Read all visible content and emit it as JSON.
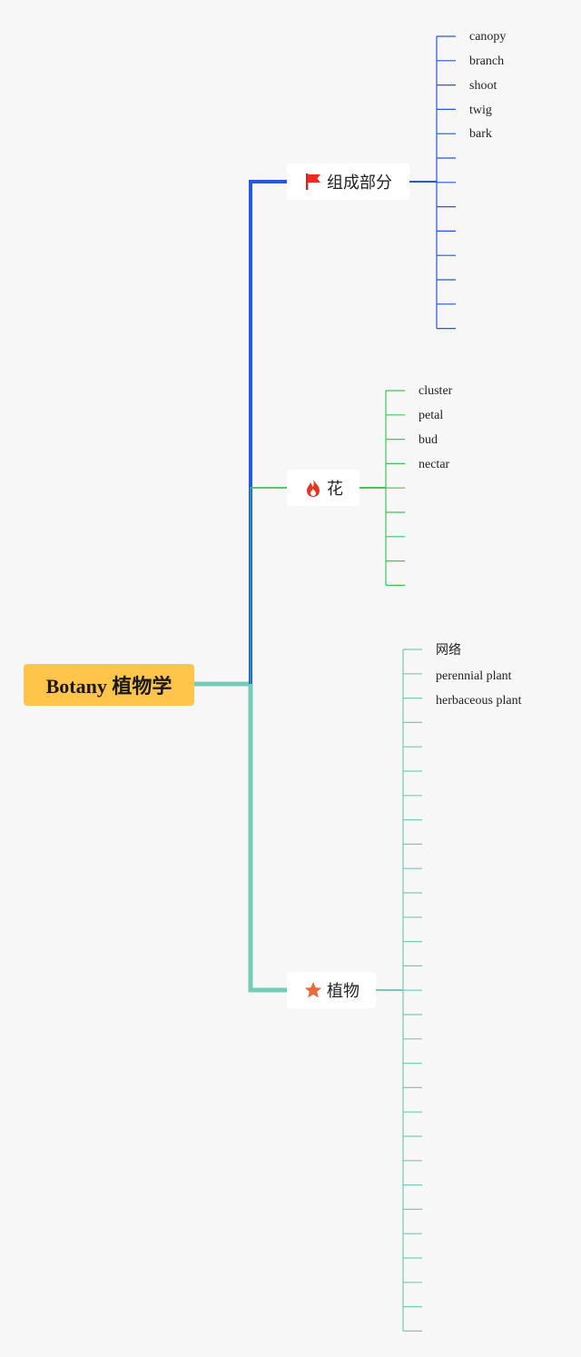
{
  "root": {
    "label": "Botany 植物学",
    "color": "#ffc54a"
  },
  "branches": [
    {
      "label": "组成部分",
      "icon": "flag-icon",
      "color": "#2457e6",
      "leaves": [
        "canopy",
        "branch",
        "shoot",
        "twig",
        "bark"
      ],
      "slots": 13
    },
    {
      "label": "花",
      "icon": "flame-icon",
      "color": "#3fc75b",
      "leaves": [
        "cluster",
        "petal",
        "bud",
        "nectar"
      ],
      "slots": 9
    },
    {
      "label": "植物",
      "icon": "star-icon",
      "color": "#74cbb6",
      "leaves": [
        "网络",
        "perennial plant",
        "herbaceous plant"
      ],
      "slots": 29
    }
  ]
}
